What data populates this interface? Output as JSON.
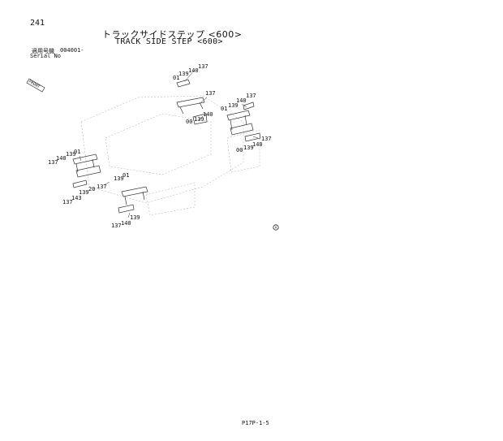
{
  "header": {
    "page_number": "241",
    "title_jp": "トラックサイドステップ <600>",
    "title_en": "TRACK SIDE STEP <600>",
    "serial_jp_label": "適用号機",
    "serial_value": "004001-",
    "serial_en_label": "Serial No"
  },
  "diagram": {
    "front_marker": "FRONT",
    "callouts": [
      "137",
      "140",
      "139",
      "01",
      "137",
      "00",
      "139",
      "140",
      "01",
      "139",
      "140",
      "137",
      "00",
      "139",
      "140",
      "137",
      "137",
      "140",
      "139",
      "01",
      "20",
      "137",
      "139",
      "01",
      "139",
      "143",
      "137",
      "139",
      "137",
      "140"
    ]
  },
  "footer": {
    "code": "P17P-1-5"
  }
}
